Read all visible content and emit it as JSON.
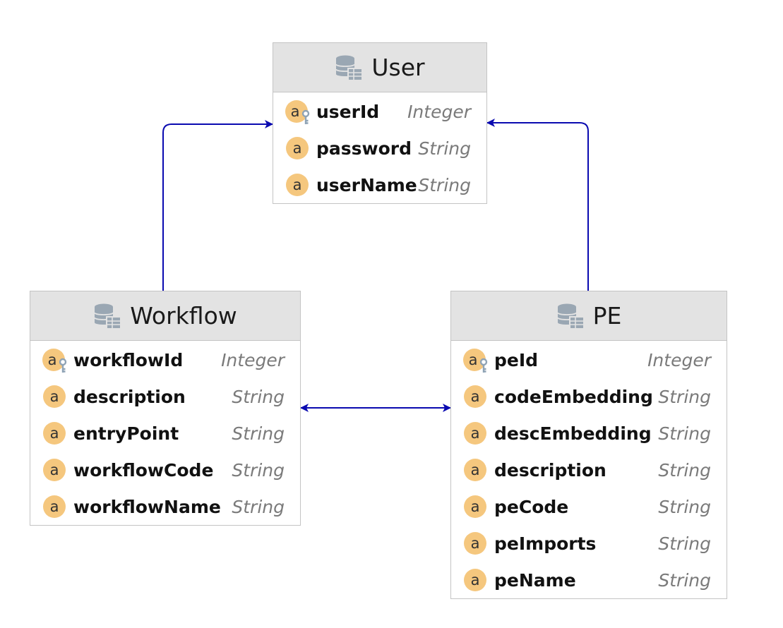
{
  "diagram": {
    "entities": {
      "user": {
        "title": "User",
        "attributes": [
          {
            "name": "userId",
            "type": "Integer",
            "key": true
          },
          {
            "name": "password",
            "type": "String",
            "key": false
          },
          {
            "name": "userName",
            "type": "String",
            "key": false
          }
        ]
      },
      "workflow": {
        "title": "Workflow",
        "attributes": [
          {
            "name": "workflowId",
            "type": "Integer",
            "key": true
          },
          {
            "name": "description",
            "type": "String",
            "key": false
          },
          {
            "name": "entryPoint",
            "type": "String",
            "key": false
          },
          {
            "name": "workflowCode",
            "type": "String",
            "key": false
          },
          {
            "name": "workflowName",
            "type": "String",
            "key": false
          }
        ]
      },
      "pe": {
        "title": "PE",
        "attributes": [
          {
            "name": "peId",
            "type": "Integer",
            "key": true
          },
          {
            "name": "codeEmbedding",
            "type": "String",
            "key": false
          },
          {
            "name": "descEmbedding",
            "type": "String",
            "key": false
          },
          {
            "name": "description",
            "type": "String",
            "key": false
          },
          {
            "name": "peCode",
            "type": "String",
            "key": false
          },
          {
            "name": "peImports",
            "type": "String",
            "key": false
          },
          {
            "name": "peName",
            "type": "String",
            "key": false
          }
        ]
      }
    },
    "relations": [
      {
        "from": "workflow",
        "to": "user",
        "direction": "to"
      },
      {
        "from": "pe",
        "to": "user",
        "direction": "to"
      },
      {
        "from": "workflow",
        "to": "pe",
        "direction": "both"
      }
    ],
    "colors": {
      "connector": "#0a0ab0",
      "attribute_icon": "#f5c77e",
      "key_icon": "#8fa3b5",
      "header": "#e3e3e3",
      "border": "#c4c4c4"
    },
    "icons": {
      "table": "database-table-icon",
      "attribute": "attribute-icon",
      "primary_key": "key-icon"
    }
  }
}
